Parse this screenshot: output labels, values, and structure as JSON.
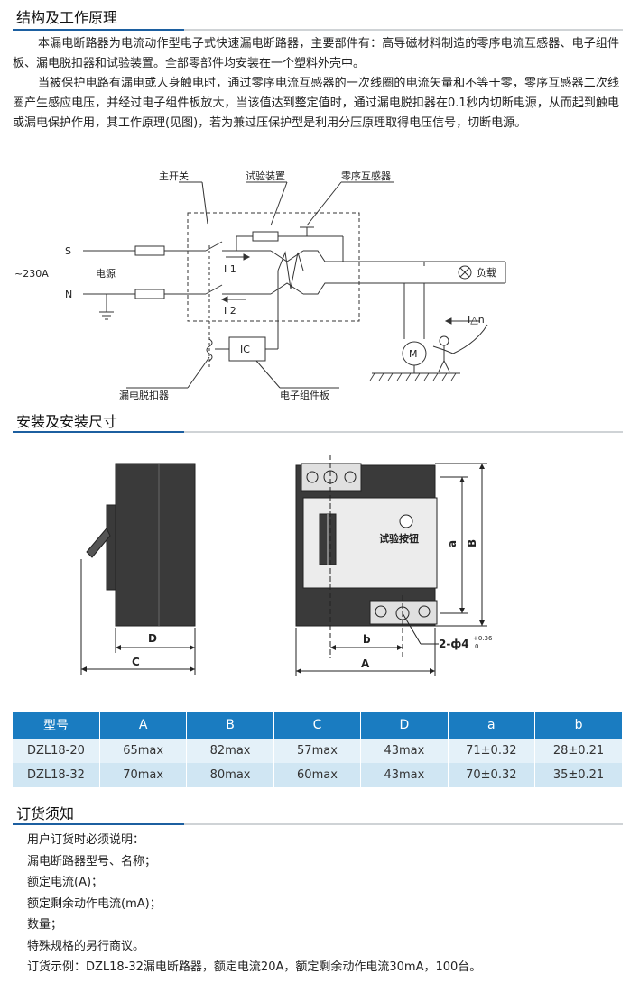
{
  "section1": {
    "title": "结构及工作原理",
    "para1": "本漏电断路器为电流动作型电子式快速漏电断路器，主要部件有：高导磁材料制造的零序电流互感器、电子组件板、漏电脱扣器和试验装置。全部零部件均安装在一个塑料外壳中。",
    "para2": "当被保护电路有漏电或人身触电时，通过零序电流互感器的一次线圈的电流矢量和不等于零，零序互感器二次线圈产生感应电压，并经过电子组件板放大，当该值达到整定值时，通过漏电脱扣器在0.1秒内切断电源，从而起到触电或漏电保护作用，其工作原理(见图)，若为兼过压保护型是利用分压原理取得电压信号，切断电源。"
  },
  "circuit": {
    "main_switch": "主开关",
    "test_device": "试验装置",
    "zero_seq_transformer": "零序互感器",
    "terminal_s": "S",
    "terminal_n": "N",
    "voltage": "~230A",
    "power_source": "电源",
    "current_1": "I 1",
    "current_2": "I 2",
    "load": "负载",
    "leak_current": "I△n",
    "motor": "M",
    "ic": "IC",
    "trip_device": "漏电脱扣器",
    "electronic_board": "电子组件板"
  },
  "section2": {
    "title": "安装及安装尺寸",
    "dim_d": "D",
    "dim_c": "C",
    "dim_b": "b",
    "dim_a_lower": "a",
    "dim_a_upper": "A",
    "dim_b_upper": "B",
    "test_button": "试验按钮",
    "hole_spec": "2-ф4",
    "hole_tol_top": "+0.36",
    "hole_tol_bottom": "0"
  },
  "table": {
    "headers": [
      "型号",
      "A",
      "B",
      "C",
      "D",
      "a",
      "b"
    ],
    "rows": [
      [
        "DZL18-20",
        "65max",
        "82max",
        "57max",
        "43max",
        "71±0.32",
        "28±0.21"
      ],
      [
        "DZL18-32",
        "70max",
        "80max",
        "60max",
        "43max",
        "70±0.32",
        "35±0.21"
      ]
    ]
  },
  "section3": {
    "title": "订货须知",
    "lines": [
      "用户订货时必须说明：",
      "漏电断路器型号、名称；",
      "额定电流(A)；",
      "额定剩余动作电流(mA)；",
      "数量；",
      "特殊规格的另行商议。",
      "订货示例：DZL18-32漏电断路器，额定电流20A，额定剩余动作电流30mA，100台。"
    ]
  },
  "colors": {
    "accent_blue": "#1c5fa0",
    "table_header": "#1a7cc1",
    "row_light": "#e4f1f9",
    "row_dark": "#d0e6f3"
  }
}
